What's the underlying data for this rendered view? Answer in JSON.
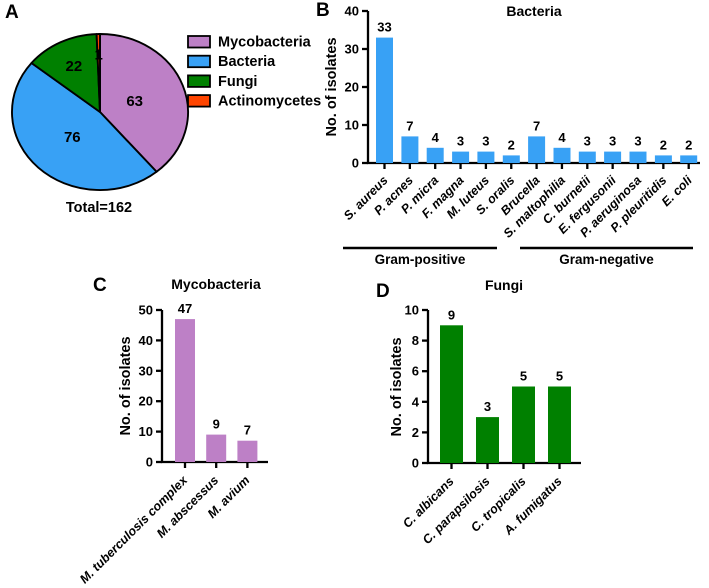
{
  "panels": {
    "a": {
      "label": "A"
    },
    "b": {
      "label": "B"
    },
    "c": {
      "label": "C"
    },
    "d": {
      "label": "D"
    }
  },
  "colors": {
    "mycobacteria": "#BD80C6",
    "bacteria": "#38A1F5",
    "fungi": "#008000",
    "actinomycetes": "#FF4500",
    "axis": "#000000"
  },
  "chart_data": [
    {
      "id": "organism-distribution-pie",
      "type": "pie",
      "title": "",
      "total_label": "Total=162",
      "legend_position": "right",
      "slices": [
        {
          "label": "Mycobacteria",
          "value": 63,
          "color": "#BD80C6"
        },
        {
          "label": "Bacteria",
          "value": 76,
          "color": "#38A1F5"
        },
        {
          "label": "Fungi",
          "value": 22,
          "color": "#008000"
        },
        {
          "label": "Actinomycetes",
          "value": 1,
          "color": "#FF4500"
        }
      ]
    },
    {
      "id": "bacteria-bar",
      "type": "bar",
      "title": "Bacteria",
      "xlabel": "",
      "ylabel": "No. of isolates",
      "ylim": [
        0,
        40
      ],
      "ytick_step": 10,
      "bar_color": "#38A1F5",
      "categories": [
        "S. aureus",
        "P. acnes",
        "P. micra",
        "F. magna",
        "M. luteus",
        "S. oralis",
        "Brucella",
        "S. maltophilia",
        "C. burnetii",
        "E. fergusonii",
        "P. aeruginosa",
        "P. pleuritidis",
        "E. coli"
      ],
      "values": [
        33,
        7,
        4,
        3,
        3,
        2,
        7,
        4,
        3,
        3,
        3,
        2,
        2
      ],
      "groups": [
        {
          "label": "Gram-positive",
          "from": 0,
          "to": 5
        },
        {
          "label": "Gram-negative",
          "from": 6,
          "to": 12
        }
      ]
    },
    {
      "id": "mycobacteria-bar",
      "type": "bar",
      "title": "Mycobacteria",
      "xlabel": "",
      "ylabel": "No. of isolates",
      "ylim": [
        0,
        50
      ],
      "ytick_step": 10,
      "bar_color": "#BD80C6",
      "categories": [
        "M. tuberculosis complex",
        "M. abscessus",
        "M. avium"
      ],
      "values": [
        47,
        9,
        7
      ]
    },
    {
      "id": "fungi-bar",
      "type": "bar",
      "title": "Fungi",
      "xlabel": "",
      "ylabel": "No. of isolates",
      "ylim": [
        0,
        10
      ],
      "ytick_step": 2,
      "bar_color": "#008000",
      "categories": [
        "C. albicans",
        "C. parapsilosis",
        "C. tropicalis",
        "A. fumigatus"
      ],
      "values": [
        9,
        3,
        5,
        5
      ]
    }
  ]
}
